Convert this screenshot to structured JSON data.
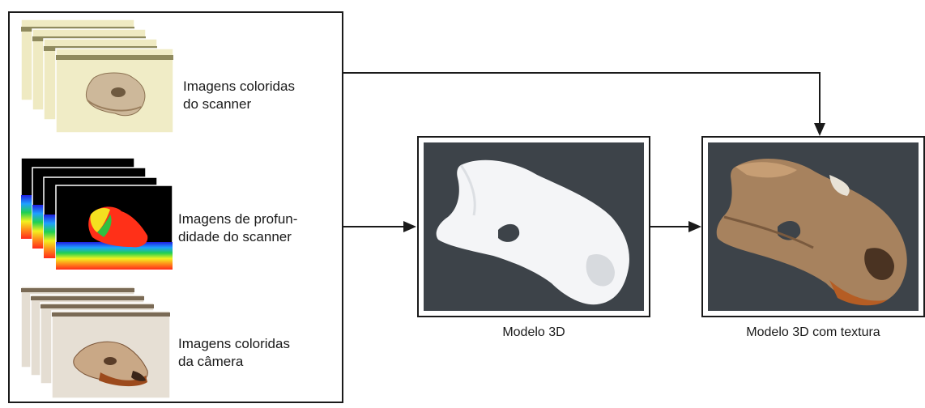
{
  "inputs": {
    "scanner_color": {
      "caption_line1": "Imagens coloridas",
      "caption_line2": "do scanner"
    },
    "scanner_depth": {
      "caption_line1": "Imagens de profun-",
      "caption_line2": "didade do scanner"
    },
    "camera_color": {
      "caption_line1": "Imagens coloridas",
      "caption_line2": "da câmera"
    }
  },
  "outputs": {
    "model_3d": {
      "label": "Modelo 3D"
    },
    "model_3d_textured": {
      "label": "Modelo 3D com textura"
    }
  },
  "colors": {
    "scanner_photo_bg": "#efeac2",
    "scanner_photo_strip": "#8f8a5e",
    "depth_bg": "#000000",
    "camera_photo_bg": "#e4ddd2",
    "model_bg": "#3d4349",
    "frame_stroke": "#1a1a1a"
  }
}
